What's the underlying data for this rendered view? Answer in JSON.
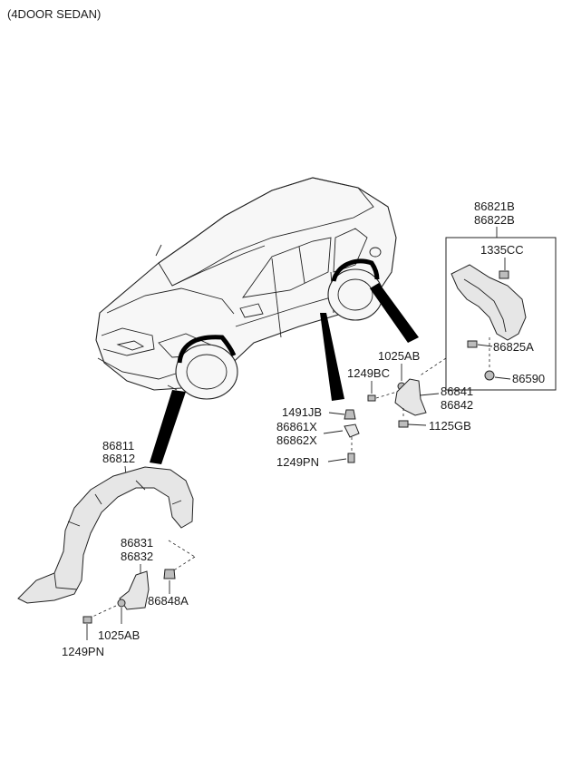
{
  "header": {
    "title": "(4DOOR SEDAN)"
  },
  "labels": {
    "p86821B": "86821B",
    "p86822B": "86822B",
    "p1335CC": "1335CC",
    "p86825A": "86825A",
    "p86590": "86590",
    "p1025AB_top": "1025AB",
    "p1249BC": "1249BC",
    "p86841": "86841",
    "p86842": "86842",
    "p1125GB": "1125GB",
    "p1491JB": "1491JB",
    "p86861X": "86861X",
    "p86862X": "86862X",
    "p1249PN_mid": "1249PN",
    "p86811": "86811",
    "p86812": "86812",
    "p86831": "86831",
    "p86832": "86832",
    "p86848A": "86848A",
    "p1025AB_bot": "1025AB",
    "p1249PN_bot": "1249PN"
  }
}
